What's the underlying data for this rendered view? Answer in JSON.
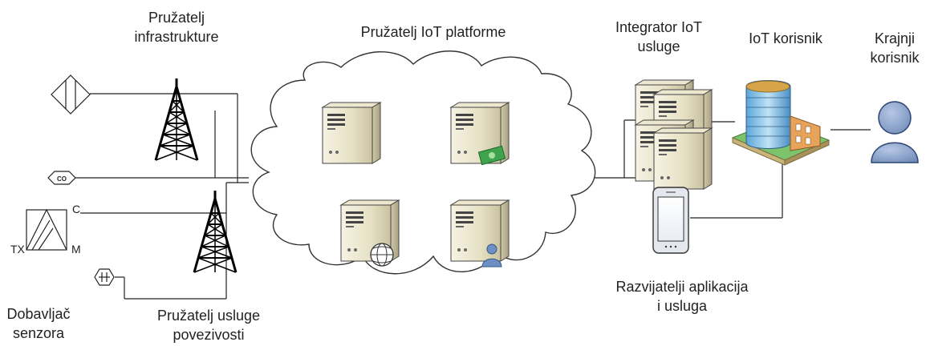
{
  "labels": {
    "infra_provider": [
      "Pružatelj",
      "infrastrukture"
    ],
    "iot_platform": "Pružatelj IoT platforme",
    "iot_integrator": [
      "Integrator IoT",
      "usluge"
    ],
    "iot_user": "IoT korisnik",
    "end_user": [
      "Krajnji",
      "korisnik"
    ],
    "app_devs": [
      "Razvijatelji aplikacija",
      "i usluga"
    ],
    "connectivity_provider": [
      "Pružatelj usluge",
      "povezivosti"
    ],
    "sensor_supplier": [
      "Dobavljač",
      "senzora"
    ]
  },
  "sensor": {
    "co": "CO",
    "c": "C",
    "tx": "TX",
    "m": "M"
  }
}
